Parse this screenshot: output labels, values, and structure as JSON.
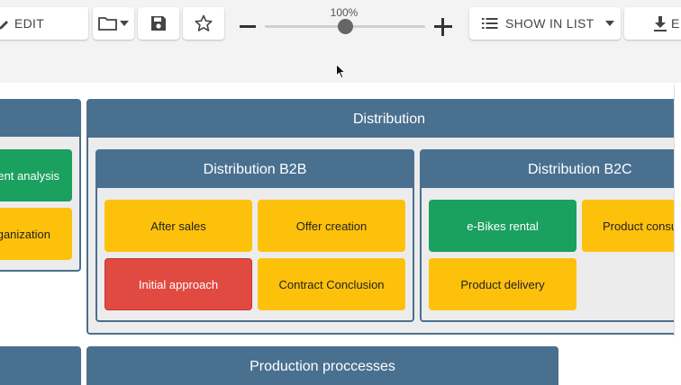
{
  "toolbar": {
    "edit_label": "EDIT",
    "zoom_percent": "100%",
    "zoom_level": 0.5,
    "show_in_list_label": "SHOW IN LIST",
    "download_label": "E"
  },
  "colors": {
    "panel_header": "#4a7090",
    "card_yellow": "#fec10b",
    "card_green": "#1aa05f",
    "card_red": "#e04a40"
  },
  "left_group": {
    "cards": [
      {
        "label": "ent analysis",
        "color": "green"
      },
      {
        "label": "ganization",
        "color": "yellow"
      }
    ]
  },
  "distribution": {
    "title": "Distribution",
    "b2b": {
      "title": "Distribution B2B",
      "cards": [
        {
          "label": "After sales",
          "color": "yellow"
        },
        {
          "label": "Offer creation",
          "color": "yellow"
        },
        {
          "label": "Initial approach",
          "color": "red"
        },
        {
          "label": "Contract Conclusion",
          "color": "yellow"
        }
      ]
    },
    "b2c": {
      "title": "Distribution B2C",
      "cards": [
        {
          "label": "e-Bikes rental",
          "color": "green"
        },
        {
          "label": "Product consu",
          "color": "yellow"
        },
        {
          "label": "Product delivery",
          "color": "yellow"
        }
      ]
    }
  },
  "production": {
    "title": "Production proccesses"
  }
}
